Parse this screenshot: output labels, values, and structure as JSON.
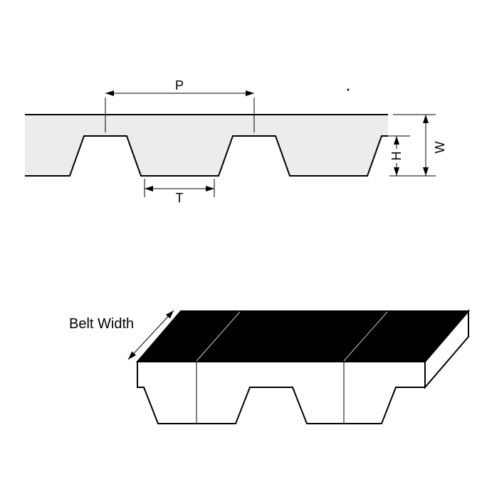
{
  "diagram": {
    "profile_view": {
      "dim_pitch_label": "P",
      "dim_tooth_label": "T",
      "dim_height_label": "H",
      "dim_width_label": "W"
    },
    "iso_view": {
      "belt_width_label": "Belt Width"
    },
    "colors": {
      "outline": "#000000",
      "belt_fill": "#ececec",
      "top_face_fill": "#000000",
      "background": "#ffffff"
    }
  }
}
